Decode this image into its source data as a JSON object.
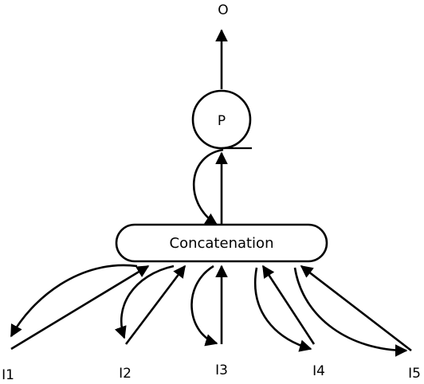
{
  "diagram": {
    "output_label": "O",
    "process_label": "P",
    "concat_label": "Concatenation",
    "inputs": [
      "I1",
      "I2",
      "I3",
      "I4",
      "I5"
    ]
  },
  "colors": {
    "stroke": "#000000",
    "background": "#ffffff"
  }
}
